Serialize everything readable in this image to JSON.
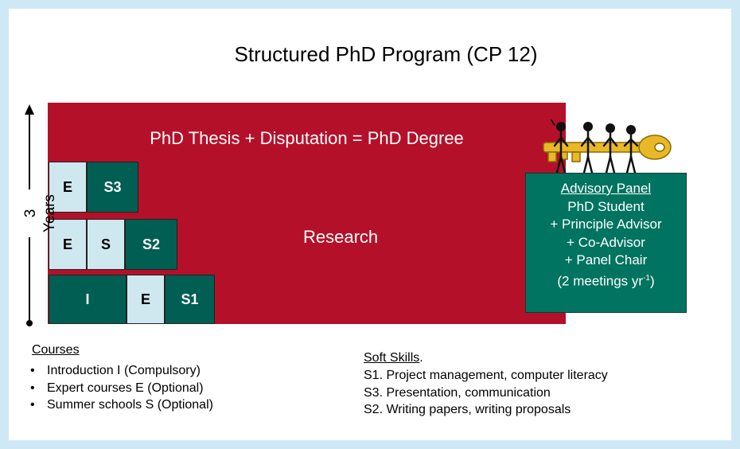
{
  "title": "Structured PhD Program (CP 12)",
  "bar": {
    "thesis": "PhD Thesis + Disputation = PhD Degree",
    "research": "Research"
  },
  "blocks": {
    "row3": [
      "E",
      "S3"
    ],
    "row2": [
      "E",
      "S",
      "S2"
    ],
    "row1": [
      "I",
      "E",
      "S1"
    ]
  },
  "axis": {
    "label": "3 Years"
  },
  "panel": {
    "heading": "Advisory Panel",
    "lines": [
      "PhD Student",
      "+ Principle Advisor",
      "+ Co-Advisor",
      "+ Panel Chair"
    ],
    "meetings_prefix": "(2 meetings yr",
    "meetings_sup": "-1",
    "meetings_suffix": ")"
  },
  "courses": {
    "heading": "Courses",
    "bullet": "•",
    "items": [
      "Introduction I (Compulsory)",
      "Expert courses E (Optional)",
      "Summer schools S (Optional)"
    ]
  },
  "soft_skills": {
    "heading": "Soft Skills",
    "heading_suffix": ".",
    "items": [
      "S1. Project management, computer literacy",
      "S3. Presentation, communication",
      "S2. Writing papers, writing proposals"
    ]
  },
  "colors": {
    "background": "#cfe8f6",
    "research_bar": "#b5102a",
    "dark_green": "#005e52",
    "light_blue": "#cfe8f0",
    "panel": "#007460",
    "key": "#e8b828"
  },
  "illustration": {
    "name": "people-carrying-key-icon"
  }
}
